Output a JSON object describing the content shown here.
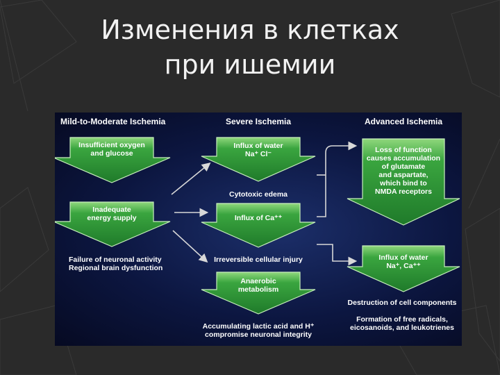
{
  "title_line1": "Изменения в клетках",
  "title_line2": "при ишемии",
  "diagram": {
    "headers": {
      "col1": "Mild-to-Moderate Ischemia",
      "col2": "Severe Ischemia",
      "col3": "Advanced Ischemia"
    },
    "col1": {
      "box1": [
        "Insufficient oxygen",
        "and glucose"
      ],
      "box2": [
        "Inadequate",
        "energy supply"
      ],
      "note": [
        "Failure of neuronal activity",
        "Regional brain dysfunction"
      ]
    },
    "col2": {
      "box1": [
        "Influx of water",
        "Na⁺  Cl⁻"
      ],
      "note1": "Cytotoxic edema",
      "box2": "Influx of Ca⁺⁺",
      "note2": "Irreversible cellular injury",
      "box3": [
        "Anaerobic",
        "metabolism"
      ],
      "note3": [
        "Accumulating lactic acid and H⁺",
        "compromise neuronal integrity"
      ]
    },
    "col3": {
      "box1": [
        "Loss of function",
        "causes accumulation",
        "of glutamate",
        "and aspartate,",
        "which bind to",
        "NMDA receptors"
      ],
      "box2": [
        "Influx of water",
        "Na⁺, Ca⁺⁺"
      ],
      "note1": "Destruction of cell components",
      "note2": [
        "Formation of free radicals,",
        "eicosanoids, and leukotrienes"
      ]
    },
    "colors": {
      "arrow_fill": "#2f9a3a",
      "arrow_edge": "#bfe6b0",
      "background": "#0c1640",
      "text": "#ffffff"
    }
  }
}
